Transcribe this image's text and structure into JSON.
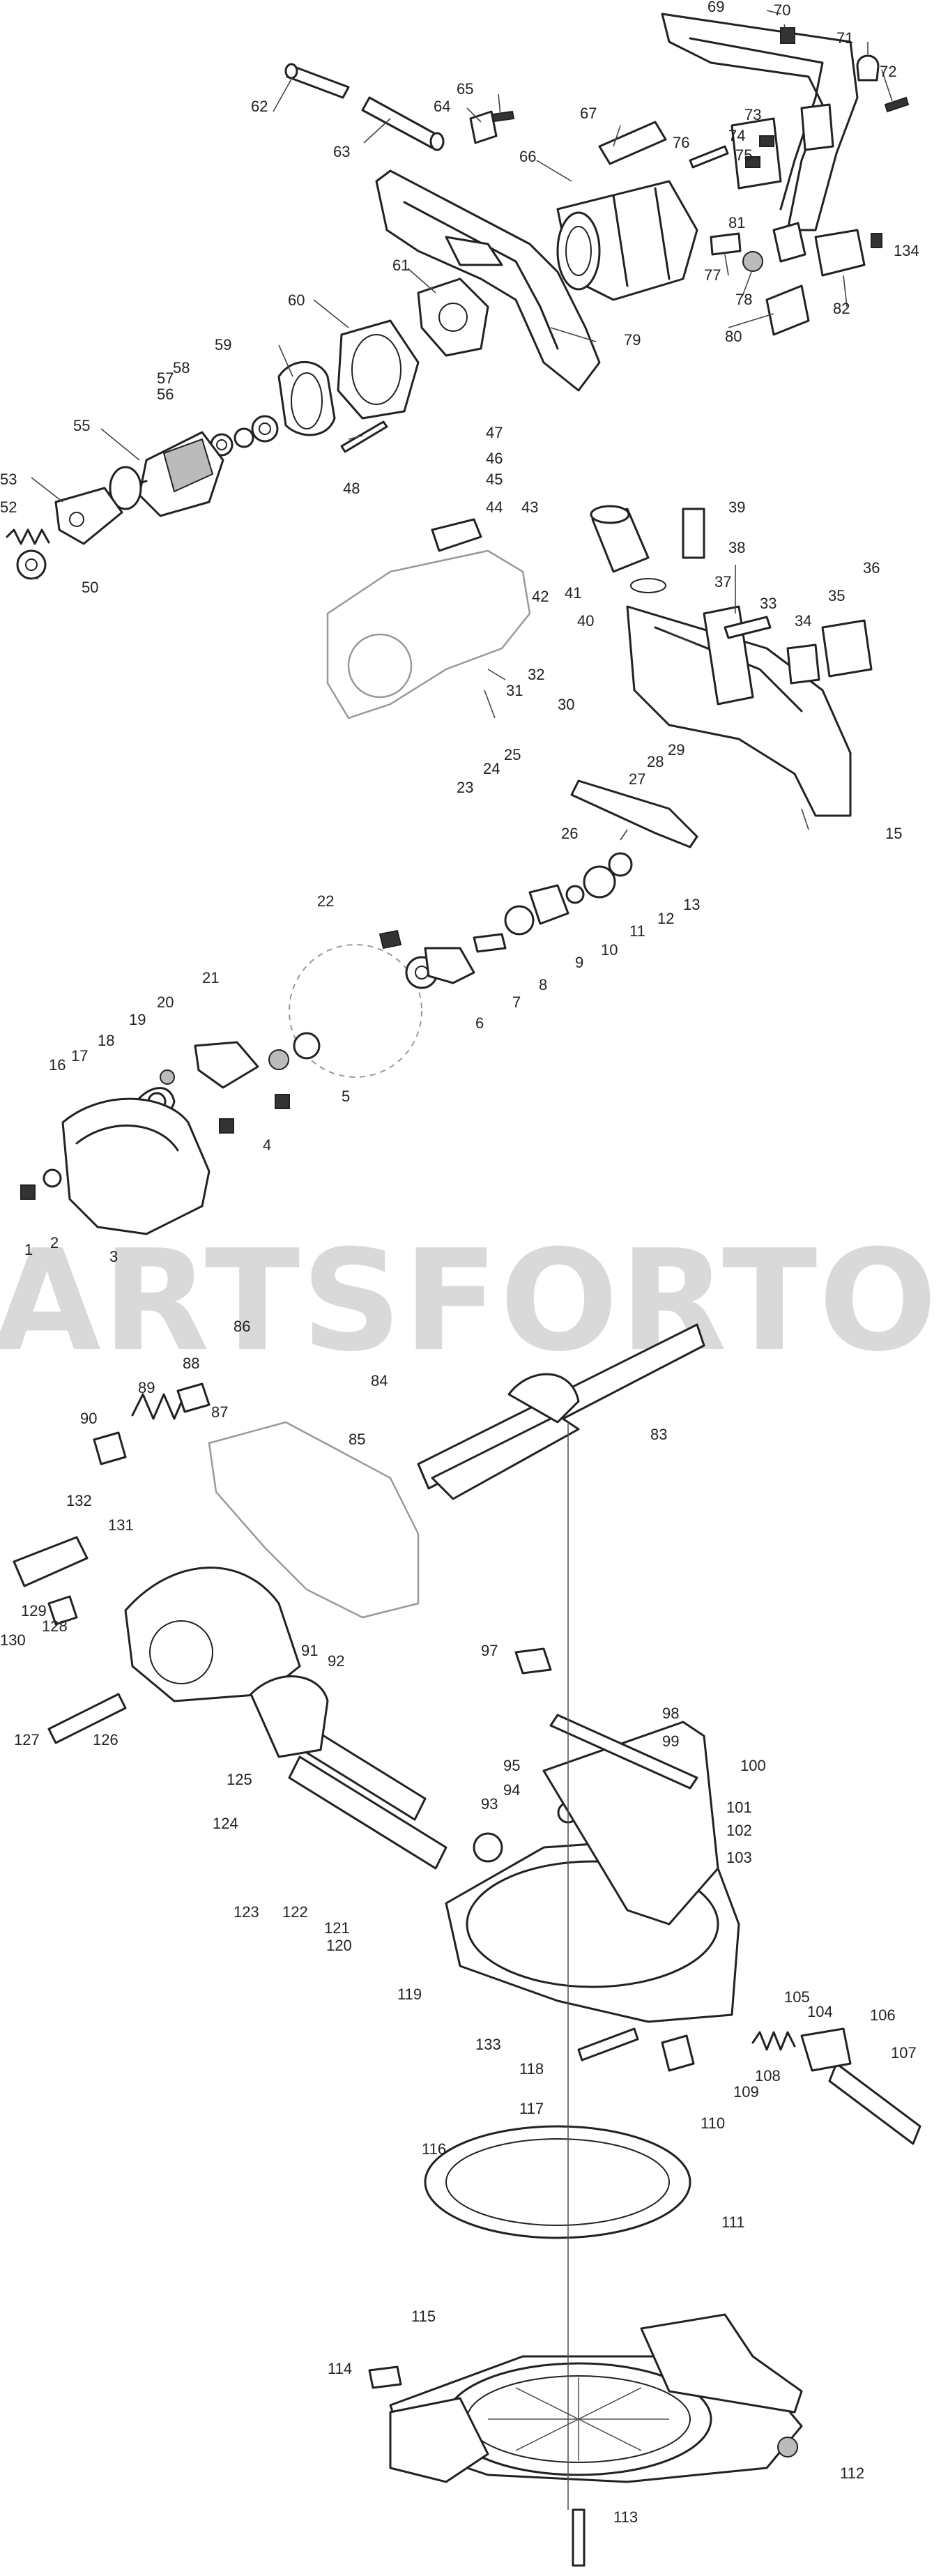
{
  "watermark": {
    "text": "ARTSFORTOOLS.C"
  },
  "labels": [
    "1",
    "2",
    "3",
    "4",
    "5",
    "6",
    "7",
    "8",
    "9",
    "10",
    "11",
    "12",
    "13",
    "15",
    "16",
    "17",
    "18",
    "19",
    "20",
    "21",
    "22",
    "23",
    "24",
    "25",
    "26",
    "27",
    "28",
    "29",
    "30",
    "31",
    "32",
    "33",
    "34",
    "35",
    "36",
    "37",
    "38",
    "39",
    "40",
    "41",
    "42",
    "43",
    "44",
    "45",
    "46",
    "47",
    "48",
    "50",
    "52",
    "53",
    "55",
    "56",
    "57",
    "58",
    "59",
    "60",
    "61",
    "62",
    "63",
    "64",
    "65",
    "66",
    "67",
    "69",
    "70",
    "71",
    "72",
    "73",
    "74",
    "75",
    "76",
    "77",
    "78",
    "79",
    "80",
    "81",
    "82",
    "83",
    "84",
    "85",
    "86",
    "87",
    "88",
    "89",
    "90",
    "91",
    "92",
    "93",
    "94",
    "95",
    "97",
    "98",
    "99",
    "100",
    "101",
    "102",
    "103",
    "104",
    "105",
    "106",
    "107",
    "108",
    "109",
    "110",
    "111",
    "112",
    "113",
    "114",
    "115",
    "116",
    "117",
    "118",
    "119",
    "120",
    "121",
    "122",
    "123",
    "124",
    "125",
    "126",
    "127",
    "128",
    "129",
    "130",
    "131",
    "132",
    "133",
    "134"
  ]
}
